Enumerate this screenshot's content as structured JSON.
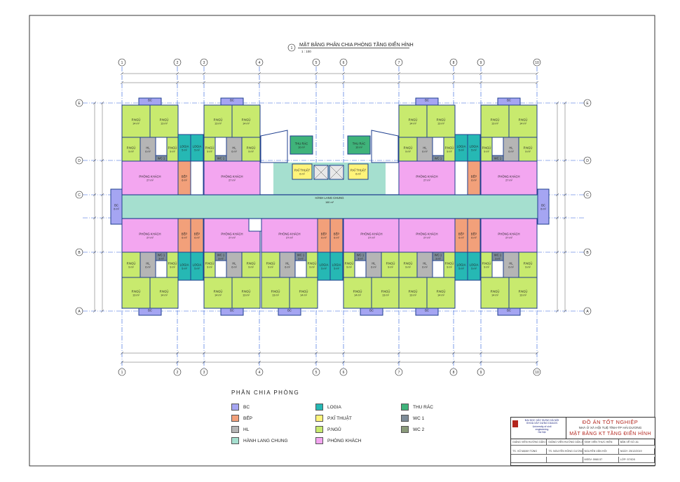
{
  "header": {
    "number": "1",
    "title": "MẶT BẰNG PHÂN CHIA PHÒNG TẦNG ĐIỂN HÌNH",
    "scale": "1 : 100"
  },
  "grid": {
    "columns": [
      "1",
      "2",
      "3",
      "4",
      "5",
      "6",
      "7",
      "8",
      "9",
      "10"
    ],
    "rows": [
      "E",
      "D",
      "C",
      "B",
      "A"
    ]
  },
  "rooms": {
    "bc": "BC",
    "bc_area": "4 m²",
    "bc_big": "6 m²",
    "pngu": "P.NGỦ",
    "pngu_14": "14 m²",
    "pngu_13": "13 m²",
    "pngu_9": "9 m²",
    "hl": "HL",
    "hl_area": "6 m²",
    "logia": "LOGIA",
    "logia_area": "5 m²",
    "wc1": "WC 1",
    "wc_area": "3 m²",
    "pk": "PHÒNG KHÁCH",
    "pk_area": "27 m²",
    "bep": "BẾP",
    "bep_area": "6 m²",
    "thurac": "THU RÁC",
    "thurac_area": "10 m²",
    "pkt": "P.KĨ THUẬT",
    "pkt_area": "6 m²",
    "hanh_lang": "HÀNH LANG CHUNG",
    "hanh_lang_area": "160 m²"
  },
  "legend": {
    "title": "PHÂN CHIA PHÒNG",
    "items": [
      {
        "label": "BC",
        "color": "#a5a5f2"
      },
      {
        "label": "LOGIA",
        "color": "#26b8b4"
      },
      {
        "label": "THU RÁC",
        "color": "#3fb37a"
      },
      {
        "label": "BẾP",
        "color": "#f2a07a"
      },
      {
        "label": "P.KĨ THUẬT",
        "color": "#fff47a"
      },
      {
        "label": "WC 1",
        "color": "#7e8c99"
      },
      {
        "label": "HL",
        "color": "#b5b5b5"
      },
      {
        "label": "P.NGỦ",
        "color": "#c8ea6e"
      },
      {
        "label": "WC 2",
        "color": "#8a9a7a"
      },
      {
        "label": "HÀNH LANG CHUNG",
        "color": "#a5dfcf"
      },
      {
        "label": "PHÒNG KHÁCH",
        "color": "#f3a6f0"
      }
    ]
  },
  "title_block": {
    "school": "ĐẠI HỌC XÂY DỰNG HÀ NỘI",
    "faculty": "KHOA XÂY DỰNG DD&CN",
    "eng1": "University of civil",
    "eng2": "engineering",
    "eng3": "Hà Nội",
    "project": "ĐỒ ÁN TỐT NGHIỆP",
    "project_sub": "NHÀ Ở XÃ HỘI TUỆ TĨNH-TP HẢI DƯƠNG",
    "drawing": "MẶT BẰNG KT TẦNG ĐIỂN HÌNH",
    "r1": [
      "GIẢNG VIÊN HƯỚNG DẪN 1",
      "GIẢNG VIÊN HƯỚNG DẪN 2",
      "SINH VIÊN THỰC HIỆN",
      "BẢN VẼ SỐ: A1"
    ],
    "r2": [
      "TS. VŨ MẠNH TÙNG",
      "TS. NGUYỄN HỒNG CƯƠNG",
      "NGUYỄN VĂN HỘI",
      "NGÀY: 25/12/2019"
    ],
    "r3": [
      "",
      "",
      "MSSV: 5960.57",
      "LỚP: 57XD5"
    ]
  },
  "colors": {
    "bc": "#a5a5f2",
    "pngu": "#c8ea6e",
    "pk": "#f3a6f0",
    "bep": "#f2a07a",
    "logia": "#26b8b4",
    "hl": "#b5b5b5",
    "wc": "#7e8c99",
    "thurac": "#3fb37a",
    "pkt": "#fff47a",
    "corridor": "#a5dfcf",
    "wall": "#1f3f8f",
    "grid": "#2b5fd9"
  }
}
